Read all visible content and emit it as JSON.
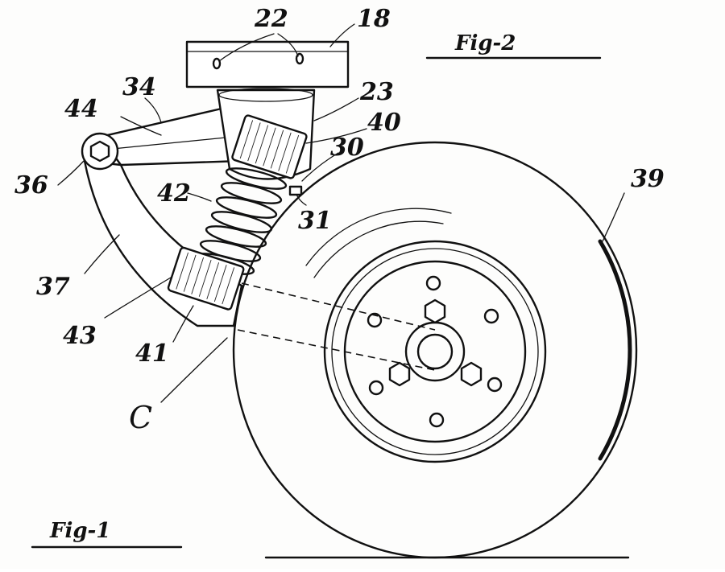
{
  "figure_labels": {
    "top_right": "Fig-2",
    "bottom_left": "Fig-1"
  },
  "reference_numerals": {
    "n22": "22",
    "n18": "18",
    "n34": "34",
    "n44": "44",
    "n23": "23",
    "n40": "40",
    "n30": "30",
    "n36": "36",
    "n39": "39",
    "n42": "42",
    "n31": "31",
    "n37": "37",
    "n43": "43",
    "n41": "41",
    "nC": "C"
  }
}
